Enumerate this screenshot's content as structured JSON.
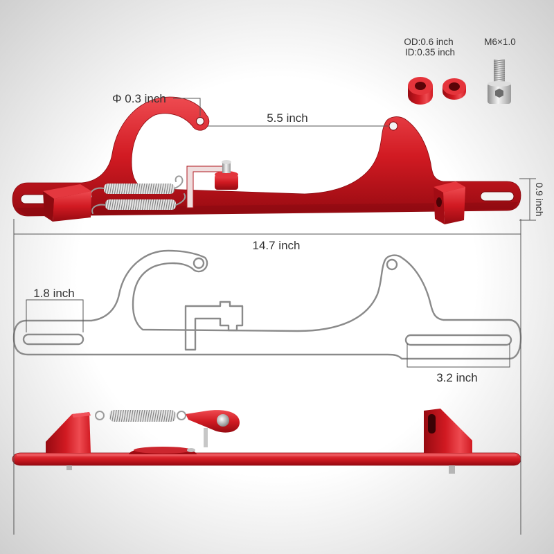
{
  "accessories": {
    "spacer_od_label": "OD:0.6 inch",
    "spacer_id_label": "ID:0.35 inch",
    "bolt_label": "M6×1.0"
  },
  "dimensions": {
    "hole_diameter": "Φ 0.3 inch",
    "hole_spacing": "5.5 inch",
    "height": "0.9 inch",
    "overall_length": "14.7 inch",
    "left_slot_length": "1.8 inch",
    "right_slot_length": "3.2 inch"
  },
  "colors": {
    "bracket_red": "#d11a22",
    "bracket_red_light": "#ee4b51",
    "bracket_red_dark": "#960a11",
    "outline_gray": "#8a8a8a",
    "dimension_line": "#555555",
    "label_text": "#333333"
  }
}
